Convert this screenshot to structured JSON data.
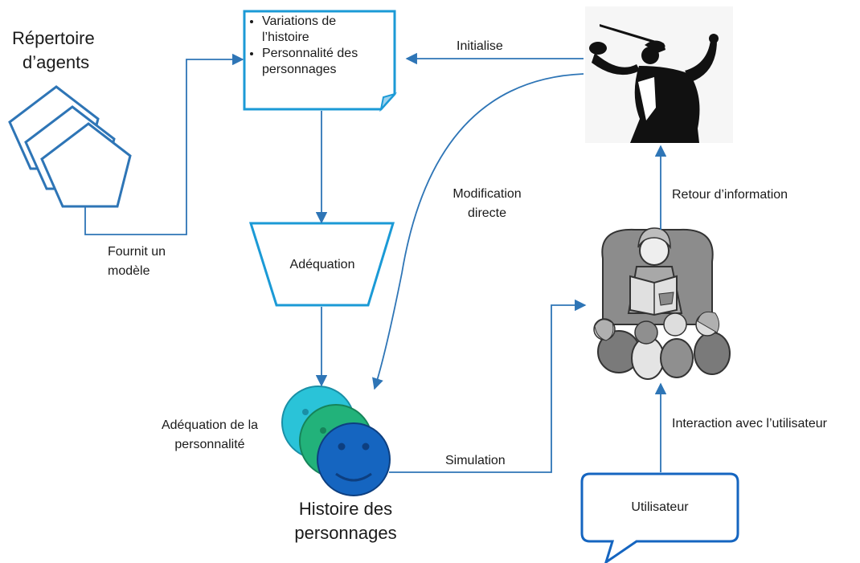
{
  "agents": {
    "title_line1": "Répertoire",
    "title_line2": "d’agents"
  },
  "note": {
    "items": [
      "Variations de l’histoire",
      "Personnalité des personnages"
    ]
  },
  "edges": {
    "initialise": "Initialise",
    "fournit_line1": "Fournit un",
    "fournit_line2": "modèle",
    "modification_line1": "Modification",
    "modification_line2": "directe",
    "retour": "Retour d’information",
    "simulation": "Simulation",
    "interaction": "Interaction avec l’utilisateur"
  },
  "adequation": {
    "label": "Adéquation"
  },
  "personnalite": {
    "line1": "Adéquation de la",
    "line2": "personnalité"
  },
  "histoire": {
    "line1": "Histoire des",
    "line2": "personnages"
  },
  "utilisateur": {
    "label": "Utilisateur"
  },
  "colors": {
    "line": "#2e75b6",
    "box": "#1b9ad6",
    "pentagon": "#2e75b6",
    "face1": "#2ac3d8",
    "face2": "#22b27a",
    "face3": "#1565c0"
  }
}
